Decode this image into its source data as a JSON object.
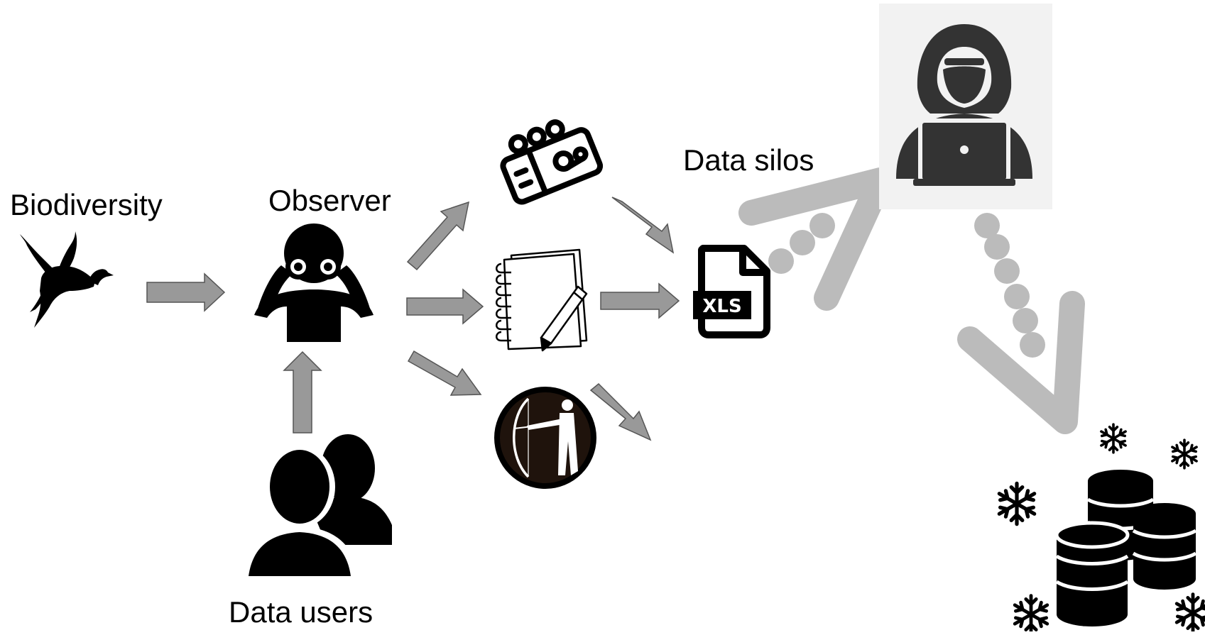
{
  "labels": {
    "biodiversity": "Biodiversity",
    "observer": "Observer",
    "data_silos": "Data silos",
    "data_users": "Data users",
    "xls_badge": "XLS"
  },
  "colors": {
    "arrow_fill": "#999999",
    "arrow_stroke": "#555555",
    "wide_arrow": "#bbbbbb",
    "icon": "#000000",
    "hacker_panel": "#f2f2f2",
    "hacker_figure": "#333333",
    "bow_circle": "#1f130c"
  },
  "icons": [
    "duck-icon",
    "binoculars-observer-icon",
    "data-users-icon",
    "radio-recorder-icon",
    "notebook-pencil-icon",
    "archer-icon",
    "xls-file-icon",
    "hacker-laptop-icon",
    "frozen-database-icon",
    "snowflake-icon"
  ]
}
